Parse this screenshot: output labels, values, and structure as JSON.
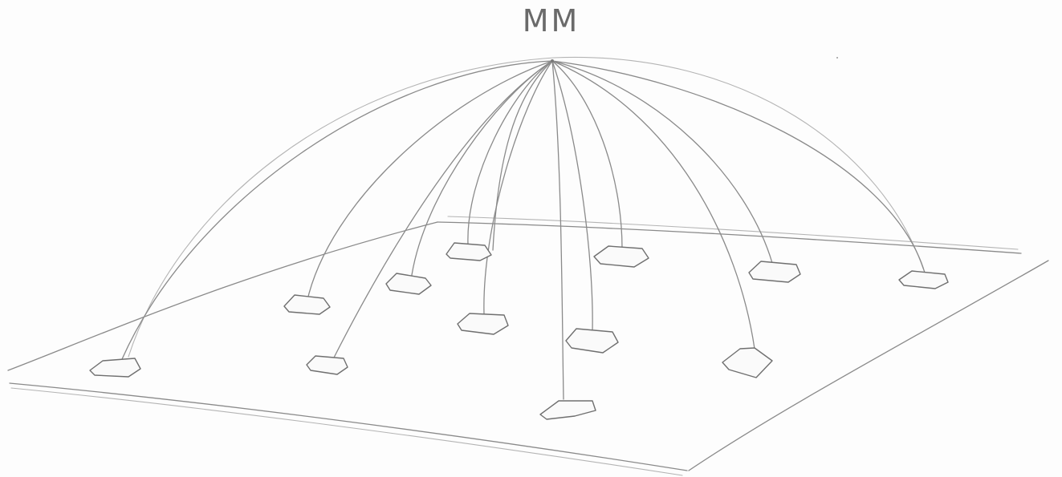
{
  "diagram": {
    "hub_label": "MM",
    "node_count": 12,
    "edge_count": 12,
    "colors": {
      "pencil": "#8a8a8a",
      "pencil_light": "#b4b4b4",
      "patch_outline": "#6f6f6f",
      "paper": "#fdfdfd"
    }
  }
}
